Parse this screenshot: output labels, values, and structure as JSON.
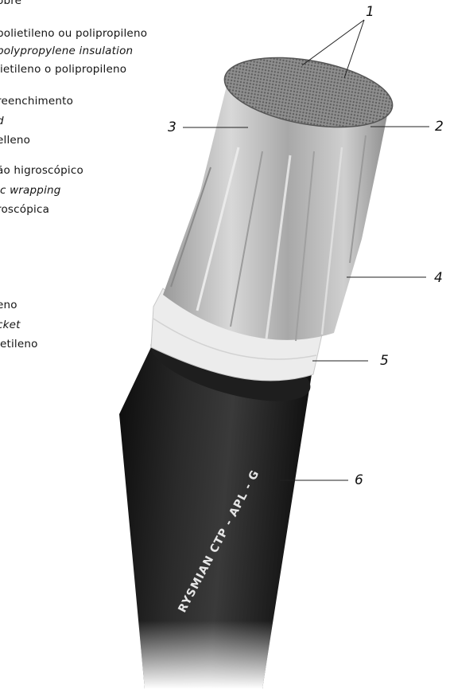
{
  "labels": {
    "group1": [
      "obre",
      "polietileno ou polipropileno",
      "polypropylene insulation",
      "lietileno o polipropileno"
    ],
    "group2": [
      "reenchimento",
      "d",
      "elleno"
    ],
    "group3": [
      "ão higroscópico",
      "ic wrapping",
      "roscópica"
    ],
    "group4": [
      "eno",
      "cket",
      "ietileno"
    ]
  },
  "callouts": [
    "1",
    "2",
    "3",
    "4",
    "5",
    "6"
  ],
  "cable_print": "RYSMIAN  CTP - APL - G",
  "colors": {
    "jacket": "#1c1c1c",
    "tape": "#eeeeee",
    "insulation": "#b5b5b5",
    "conductor": "#8a8a8a",
    "text": "#141414"
  }
}
